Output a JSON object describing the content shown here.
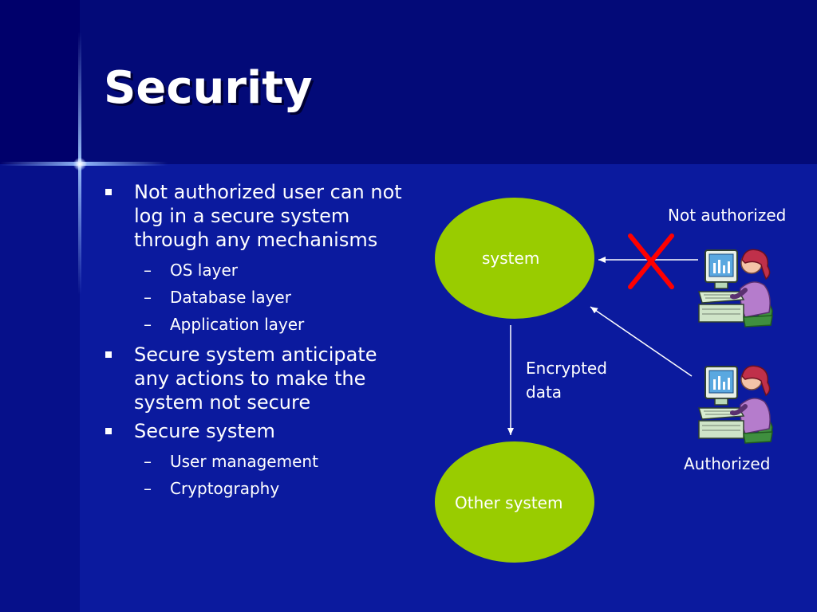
{
  "slide": {
    "title": "Security"
  },
  "bullets": [
    {
      "text": "Not authorized user can not log in a secure system through any mechanisms",
      "lines": [
        "Not authorized user can not",
        "log in a secure system",
        "through any mechanisms"
      ],
      "subs": [
        "OS layer",
        "Database layer",
        "Application layer"
      ]
    },
    {
      "text": "Secure system anticipate any actions to make the system not secure",
      "lines": [
        "Secure system anticipate",
        "any actions to make the",
        "system not secure"
      ],
      "subs": []
    },
    {
      "text": "Secure system",
      "lines": [
        "Secure system"
      ],
      "subs": [
        "User management",
        "Cryptography"
      ]
    }
  ],
  "sub_marker": "–",
  "diagram": {
    "system_label": "system",
    "other_system_label": "Other system",
    "encrypted_label_line1": "Encrypted",
    "encrypted_label_line2": "data",
    "not_authorized_label": "Not authorized",
    "authorized_label": "Authorized",
    "node_color": "#99cc00",
    "deny_color": "#ff0000",
    "arrow_color": "#ffffff"
  }
}
